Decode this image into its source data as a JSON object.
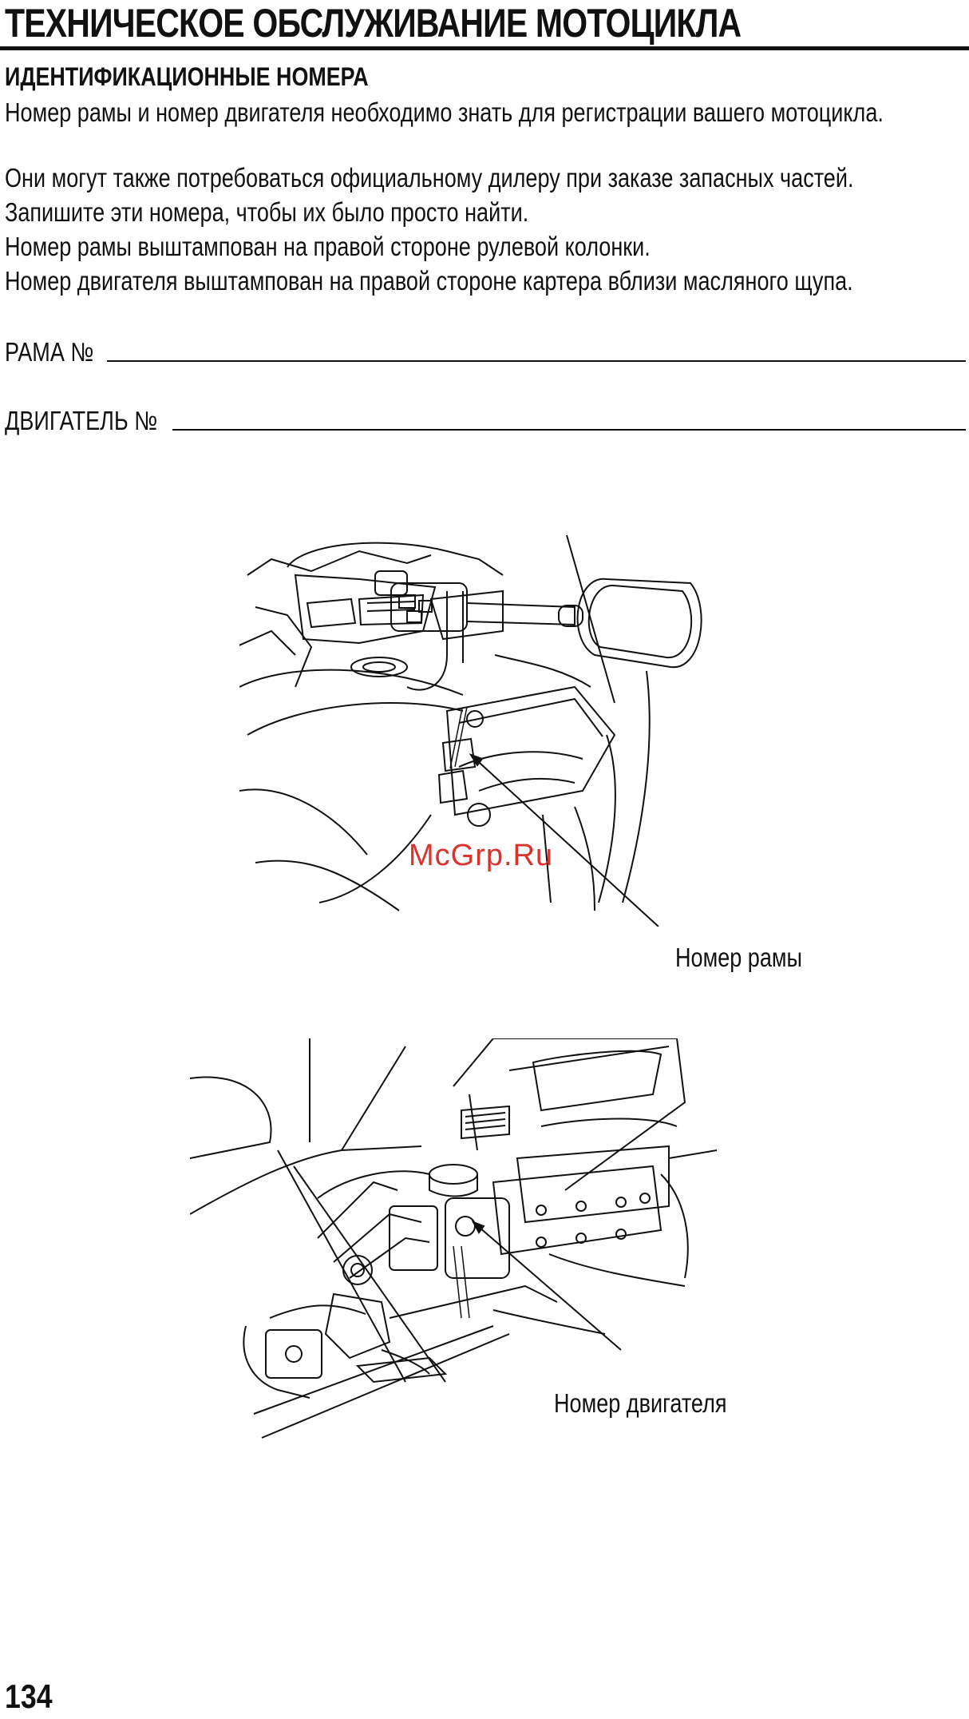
{
  "header": {
    "title": "ТЕХНИЧЕСКОЕ ОБСЛУЖИВАНИЕ МОТОЦИКЛА"
  },
  "section": {
    "heading": "ИДЕНТИФИКАЦИОННЫЕ НОМЕРА",
    "paragraphs": [
      "Номер рамы и номер двигателя необходимо знать для регистрации вашего мотоцикла.",
      "Они могут также потребоваться официальному дилеру при заказе запасных частей.",
      "Запишите эти номера, чтобы их было просто найти.",
      "Номер рамы выштампован на правой стороне рулевой колонки.",
      "Номер двигателя выштампован на правой стороне картера вблизи масляного щупа."
    ]
  },
  "form": {
    "frame_label": "РАМА №",
    "engine_label": "ДВИГАТЕЛЬ №"
  },
  "figures": {
    "frame_caption": "Номер рамы",
    "engine_caption": "Номер двигателя"
  },
  "watermark": "McGrp.Ru",
  "footer": {
    "page_number": "134"
  }
}
